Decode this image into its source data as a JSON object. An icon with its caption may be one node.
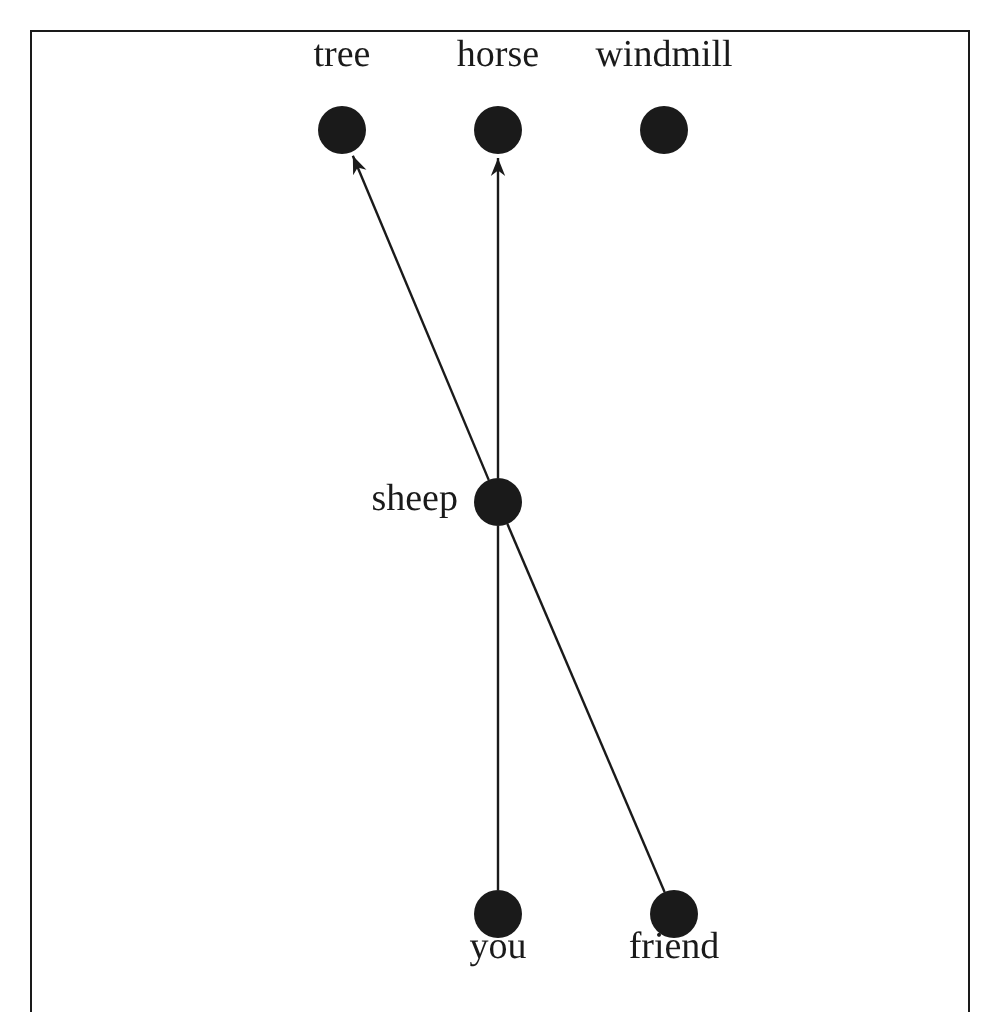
{
  "diagram": {
    "nodes": [
      {
        "text": [
          "tree"
        ]
      },
      {
        "text": [
          "horse"
        ]
      },
      {
        "text": [
          "windmill"
        ]
      },
      {
        "text": [
          "sheep"
        ]
      },
      {
        "text": [
          "you"
        ]
      },
      {
        "text": [
          "friend"
        ]
      }
    ],
    "edges": [
      {
        "from": 4,
        "to": 3,
        "arrow": "none"
      },
      {
        "from": 3,
        "to": 1,
        "arrow": "to"
      },
      {
        "from": 5,
        "to": 3,
        "arrow": "none"
      },
      {
        "from": 3,
        "to": 0,
        "arrow": "to"
      }
    ]
  }
}
